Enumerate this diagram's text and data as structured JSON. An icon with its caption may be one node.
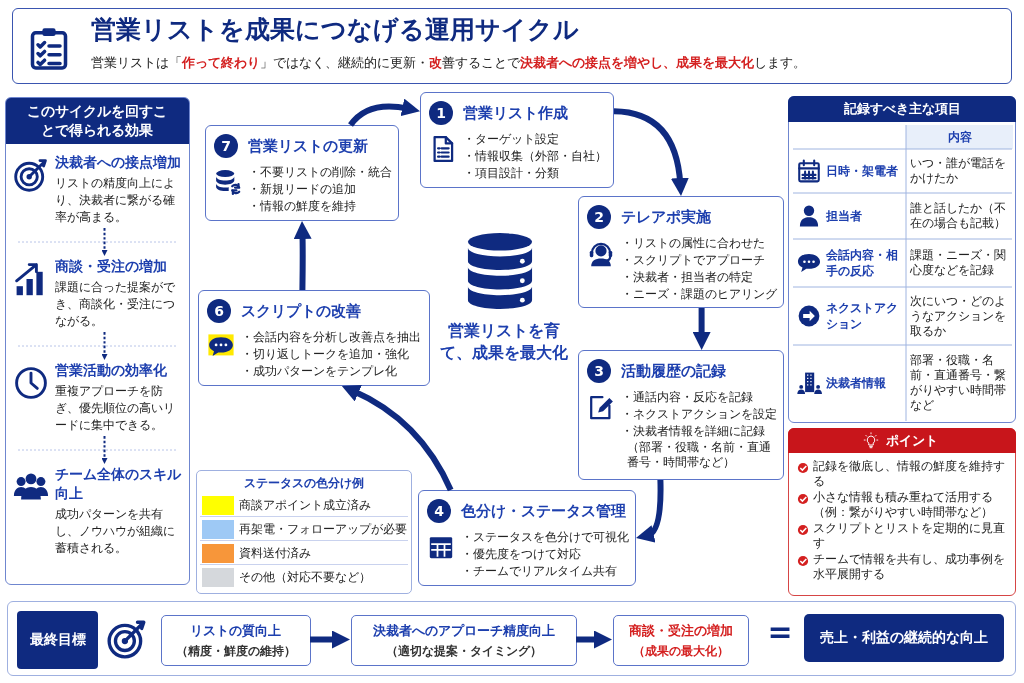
{
  "diagram": {
    "title": "営業リストを成果につなげる運用サイクル",
    "nodes": [
      {
        "text": [
          "このサイクルを回すことで得られる効果"
        ]
      },
      {
        "text": [
          "決裁者への接点増加",
          "リストの精度向上により、決裁者に繋がる確率が高まる。"
        ],
        "in": 0
      },
      {
        "text": [
          "商談・受注の増加",
          "課題に合った提案ができ、商談化・受注につながる。"
        ],
        "in": 0
      },
      {
        "text": [
          "営業活動の効率化",
          "重複アプローチを防ぎ、優先順位の高いリードに集中できる。"
        ],
        "in": 0
      },
      {
        "text": [
          "チーム全体のスキル向上",
          "成功パターンを共有し、ノウハウが組織に蓄積される。"
        ],
        "in": 0
      },
      {
        "text": [
          "1",
          "営業リスト作成",
          "・ターゲット設定",
          "・情報収集（外部・自社）",
          "・項目設計・分類"
        ]
      },
      {
        "text": [
          "2",
          "テレアポ実施",
          "・リストの属性に合わせた",
          "・スクリプトでアプローチ",
          "・決裁者・担当者の特定",
          "・ニーズ・課題のヒアリング"
        ]
      },
      {
        "text": [
          "3",
          "活動履歴の記録",
          "・通話内容・反応を記録",
          "・ネクストアクションを設定",
          "・決裁者情報を詳細に記録",
          "（部署・役職・名前・直通番号・時間帯など）"
        ]
      },
      {
        "text": [
          "4",
          "色分け・ステータス管理",
          "・ステータスを色分けで可視化",
          "・優先度をつけて対応",
          "・チームでリアルタイム共有"
        ]
      },
      {
        "text": [
          "6",
          "スクリプトの改善",
          "・会話内容を分析し改善点を抽出",
          "・切り返しトークを追加・強化",
          "・成功パターンをテンプレ化"
        ]
      },
      {
        "text": [
          "7",
          "営業リストの更新",
          "・不要リストの削除・統合",
          "・新規リードの追加",
          "・情報の鮮度を維持"
        ]
      },
      {
        "text": [
          "記録すべき主な項目"
        ]
      },
      {
        "text": [
          "ポイント",
          "記録を徹底し、情報の鮮度を維持する",
          "小さな情報も積み重ねて活用する（例：繋がりやすい時間帯など）",
          "スクリプトとリストを定期的に見直す",
          "チームで情報を共有し、成功事例を水平展開する"
        ]
      },
      {
        "text": [],
        "shape": "box"
      },
      {
        "text": [
          "最終目標"
        ],
        "in": 13
      },
      {
        "text": [
          "リストの質向上",
          "（精度・鮮度の維持）"
        ],
        "in": 13
      },
      {
        "text": [
          "決裁者へのアプローチ精度向上",
          "（適切な提案・タイミング）"
        ],
        "in": 13
      },
      {
        "text": [
          "商談・受注の増加",
          "（成果の最大化）"
        ],
        "in": 13
      },
      {
        "text": [
          "売上・利益の継続的な向上"
        ],
        "in": 13
      }
    ],
    "edges": [
      {
        "from": 5,
        "to": 6,
        "arrow": "to"
      },
      {
        "from": 6,
        "to": 7,
        "arrow": "to"
      },
      {
        "from": 7,
        "to": 8,
        "arrow": "to"
      },
      {
        "from": 8,
        "to": 9,
        "arrow": "to"
      },
      {
        "from": 9,
        "to": 10,
        "arrow": "to"
      },
      {
        "from": 10,
        "to": 5,
        "arrow": "to"
      },
      {
        "from": 1,
        "to": 2,
        "arrow": "to",
        "style": "dashed"
      },
      {
        "from": 2,
        "to": 3,
        "arrow": "to",
        "style": "dashed"
      },
      {
        "from": 3,
        "to": 4,
        "arrow": "to",
        "style": "dashed"
      },
      {
        "from": 15,
        "to": 16,
        "arrow": "to"
      },
      {
        "from": 16,
        "to": 17,
        "arrow": "to"
      }
    ],
    "labels": [
      "営業リストは「**作って終わり**」ではなく、継続的に更新・**改**善することで**決裁者への接点を増やし、成果を最大化**します。",
      "営業リストを育て、成果を最大化",
      "ステータスの色分け例",
      "内容",
      "日時・架電者",
      "いつ・誰が電話をかけたか",
      "担当者",
      "誰と話したか（不在の場合も記載）",
      "会話内容・相手の反応",
      "課題・ニーズ・関心度などを記録",
      "ネクストアクション",
      "次にいつ・どのようなアクションを取るか",
      "決裁者情報",
      "部署・役職・名前・直通番号・繋がりやすい時間帯など",
      "="
    ],
    "legend": [
      {
        "text": "商談アポイント成立済み",
        "color": "#ffff00"
      },
      {
        "text": "再架電・フォローアップが必要",
        "color": "#9ec9f5"
      },
      {
        "text": "資料送付済み",
        "color": "#f7963a"
      },
      {
        "text": "その他（対応不要など）",
        "color": "#d5d8dc"
      }
    ]
  }
}
